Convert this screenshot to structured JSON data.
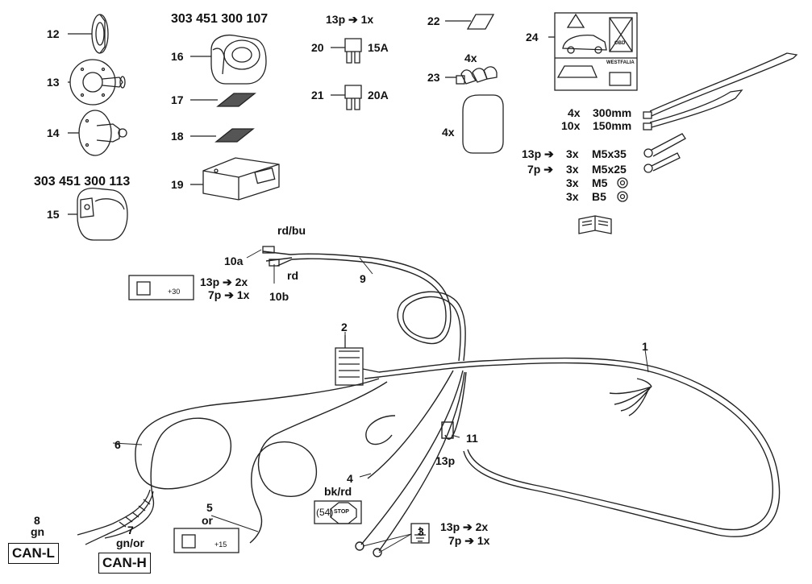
{
  "parts": {
    "p1": "1",
    "p2": "2",
    "p3": "3",
    "p4": "4",
    "p5": "5",
    "p6": "6",
    "p7": "7",
    "p8": "8",
    "p9": "9",
    "p10a": "10a",
    "p10b": "10b",
    "p11": "11",
    "p12": "12",
    "p13": "13",
    "p14": "14",
    "p15": "15",
    "p16": "16",
    "p17": "17",
    "p18": "18",
    "p19": "19",
    "p20": "20",
    "p21": "21",
    "p22": "22",
    "p23": "23",
    "p24": "24"
  },
  "article_numbers": {
    "socket_13p": "303 451 300 107",
    "socket_13p_b": "303 451 300 113"
  },
  "fuses": {
    "qty": "13p ➔ 1x",
    "f15": "15A",
    "f20": "20A"
  },
  "clips_qty": "4x",
  "pad_qty": "4x",
  "hardware": {
    "tie1_qty": "4x",
    "tie1_size": "300mm",
    "tie2_qty": "10x",
    "tie2_size": "150mm",
    "screw1_variant": "13p ➔",
    "screw1_qty": "3x",
    "screw1_size": "M5x35",
    "screw2_variant": "7p ➔",
    "screw2_qty": "3x",
    "screw2_size": "M5x25",
    "nut_qty": "3x",
    "nut_size": "M5",
    "washer_qty": "3x",
    "washer_size": "B5"
  },
  "wires": {
    "rdbu": "rd/bu",
    "rd": "rd",
    "w10_13p": "13p ➔ 2x",
    "w10_7p": "7p ➔ 1x",
    "plus30": "+30",
    "plus15": "+15",
    "bkrd": "bk/rd",
    "stop_num": "(54)",
    "stop_text": "STOP",
    "or": "or",
    "gnor": "gn/or",
    "gn": "gn",
    "can_l": "CAN-L",
    "can_h": "CAN-H",
    "w11_13p": "13p",
    "ground_13p": "13p ➔ 2x",
    "ground_7p": "7p ➔ 1x"
  },
  "label24": {
    "westfalia": "WESTFALIA",
    "obd": "OBD"
  }
}
